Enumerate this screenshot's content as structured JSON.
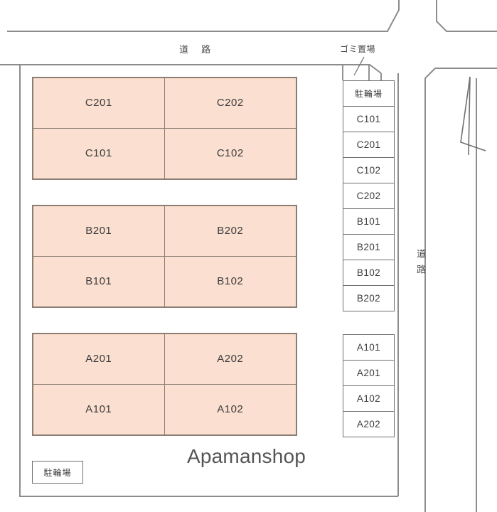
{
  "plan": {
    "watermark": "Apamanshop",
    "colors": {
      "building_fill": "#fbdfd0",
      "building_stroke": "#8b7d74",
      "line": "#6f6f6f",
      "text": "#3b3b3b"
    },
    "labels": {
      "road_top": "道 路",
      "road_right": "道路",
      "trash_area": "ゴミ置場",
      "bike_park_bottom": "駐輪場",
      "north_arrow": "north-arrow"
    },
    "buildings": [
      {
        "id": "building-c",
        "units": [
          "C201",
          "C202",
          "C101",
          "C102"
        ]
      },
      {
        "id": "building-b",
        "units": [
          "B201",
          "B202",
          "B101",
          "B102"
        ]
      },
      {
        "id": "building-a",
        "units": [
          "A201",
          "A202",
          "A101",
          "A102"
        ]
      }
    ],
    "parking_upper": [
      "駐輪場",
      "C101",
      "C201",
      "C102",
      "C202",
      "B101",
      "B201",
      "B102",
      "B202"
    ],
    "parking_lower": [
      "A101",
      "A201",
      "A102",
      "A202"
    ]
  }
}
